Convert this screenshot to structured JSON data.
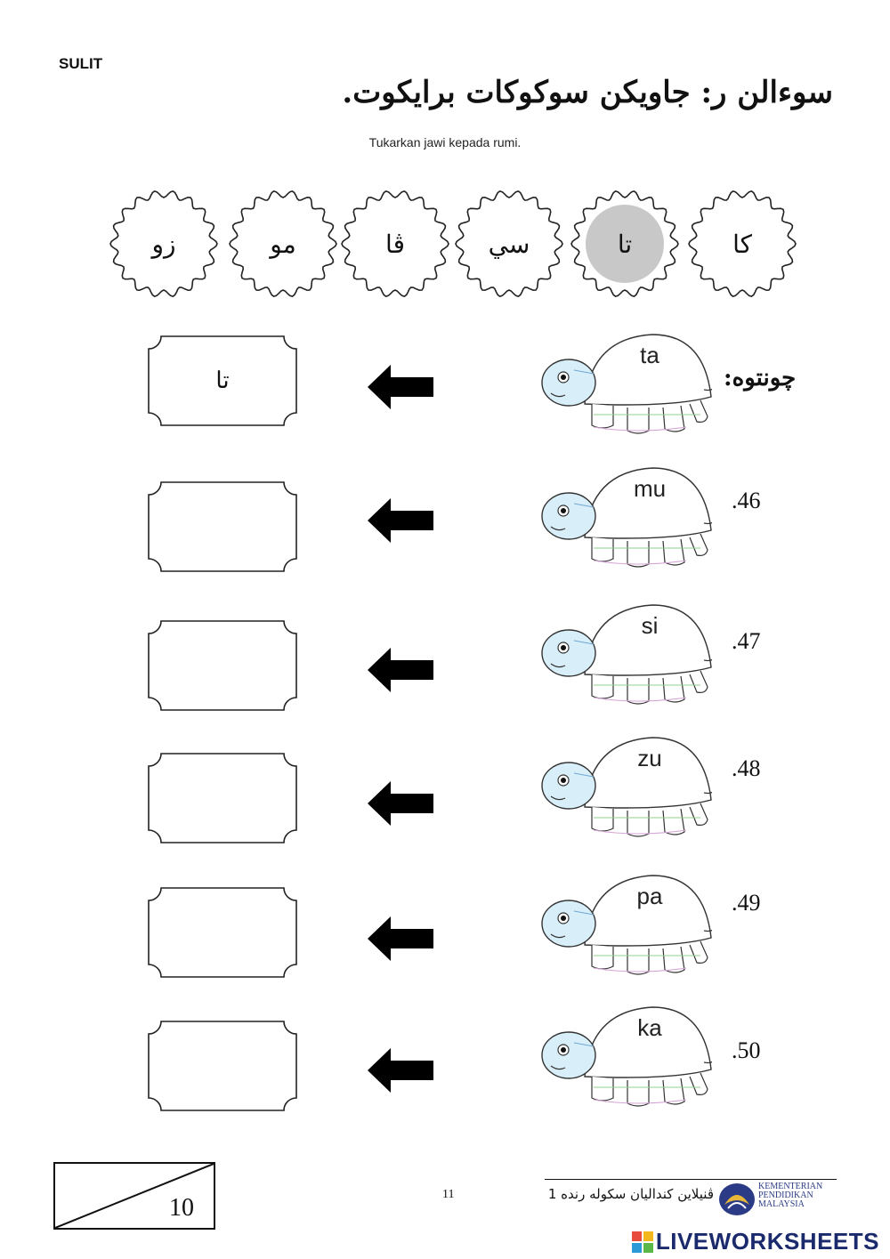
{
  "header": {
    "classification": "SULIT",
    "title": "سوءالن ر: جاويكن سوكوكات برايكوت.",
    "instruction": "Tukarkan jawi kepada rumi."
  },
  "gears": [
    {
      "label": "زو",
      "highlighted": false
    },
    {
      "label": "مو",
      "highlighted": false
    },
    {
      "label": "ڤا",
      "highlighted": false
    },
    {
      "label": "سي",
      "highlighted": false
    },
    {
      "label": "تا",
      "highlighted": true
    },
    {
      "label": "كا",
      "highlighted": false
    }
  ],
  "example": {
    "label": "چونتوه:",
    "syllable": "ta",
    "answer": "تا"
  },
  "questions": [
    {
      "number": ".46",
      "syllable": "mu",
      "answer": ""
    },
    {
      "number": ".47",
      "syllable": "si",
      "answer": ""
    },
    {
      "number": ".48",
      "syllable": "zu",
      "answer": ""
    },
    {
      "number": ".49",
      "syllable": "pa",
      "answer": ""
    },
    {
      "number": ".50",
      "syllable": "ka",
      "answer": ""
    }
  ],
  "footer": {
    "score_total": "10",
    "page_number": "11",
    "footer_text": "ڤنيلاين كنداليان سكوله رنده 1",
    "ministry": [
      "KEMENTERIAN",
      "PENDIDIKAN",
      "MALAYSIA"
    ],
    "brand": "LIVEWORKSHEETS"
  },
  "colors": {
    "gear_highlight": "#c8c8c8",
    "turtle_face": "#d8eef8",
    "brand_blue": "#1a2a6c"
  }
}
